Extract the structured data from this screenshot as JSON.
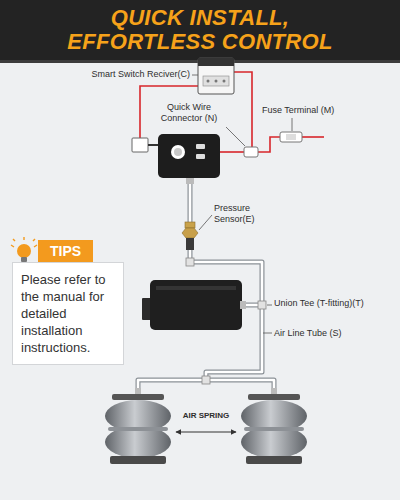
{
  "diagram": {
    "title": "QUICK INSTALL, EFFORTLESS CONTROL",
    "nodes": [
      {
        "text": [
          "TIPS",
          "Please refer to the manual for detailed installation instructions."
        ]
      }
    ],
    "labels": [
      "Smart Switch Reciver(C)",
      "Fuse Terminal (M)",
      "Quick Wire Connector (N)",
      "Pressure Sensor(E)",
      "Union Tee (T-fitting)(T)",
      "Air Line Tube (S)",
      "AIR SPRING"
    ]
  }
}
